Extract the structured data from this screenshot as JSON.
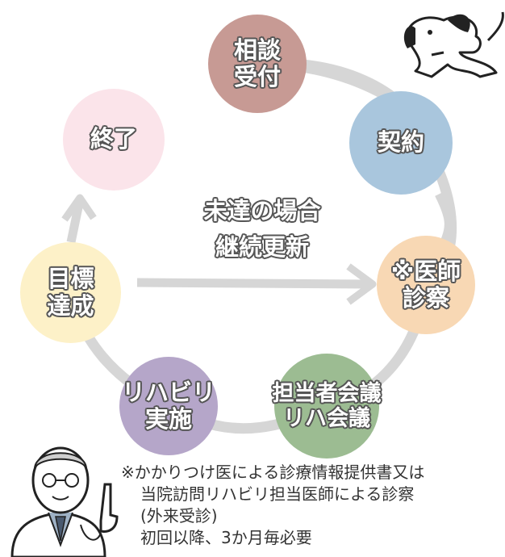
{
  "diagram": {
    "nodes": [
      {
        "id": "consult",
        "label": "相談\n受付",
        "color": "#c79a94"
      },
      {
        "id": "contract",
        "label": "契約",
        "color": "#a9c6dd"
      },
      {
        "id": "exam",
        "label": "※医師\n診察",
        "color": "#f8d8b4"
      },
      {
        "id": "meeting",
        "label": "担当者会議\nリハ会議",
        "color": "#9cbc92"
      },
      {
        "id": "rehab",
        "label": "リハビリ\n実施",
        "color": "#b5a6c9"
      },
      {
        "id": "goal",
        "label": "目標\n達成",
        "color": "#fdf1c8"
      },
      {
        "id": "end",
        "label": "終了",
        "color": "#fbe4ea"
      }
    ],
    "center_line1": "未達の場合",
    "center_line2": "継続更新",
    "cycle_color": "#d0d0d0"
  },
  "note": {
    "line1": "※かかりつけ医による診療情報提供書又は",
    "line2": "当院訪問リハビリ担当医師による診察",
    "line3": "(外来受診)",
    "line4": "初回以降、3か月毎必要"
  },
  "illustrations": {
    "dog": "running-dog-illustration",
    "doctor": "doctor-pointing-illustration"
  }
}
